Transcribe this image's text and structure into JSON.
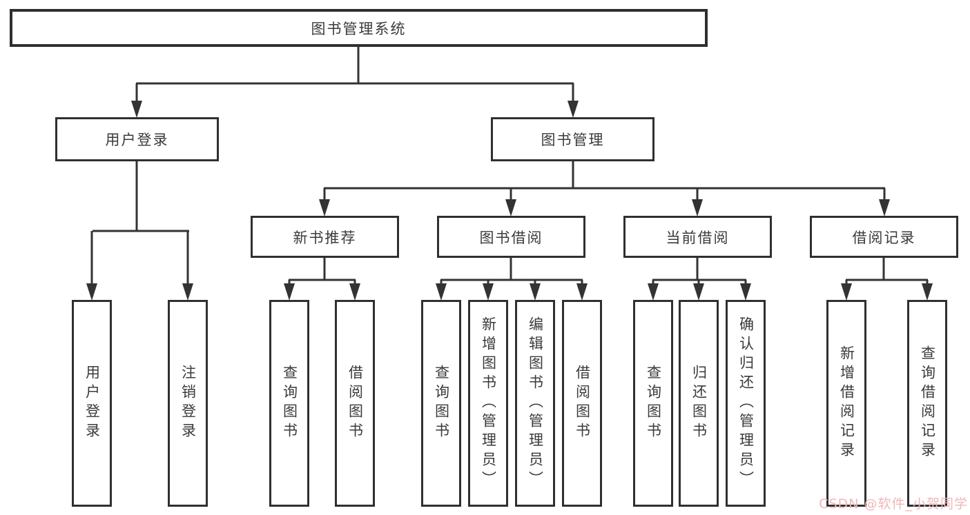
{
  "tree": {
    "root": "图书管理系统",
    "branches": [
      "用户登录",
      "图书管理"
    ],
    "sections": [
      "新书推荐",
      "图书借阅",
      "当前借阅",
      "借阅记录"
    ],
    "subtrees": [
      {
        "parent": "用户登录",
        "children": [
          "用户登录",
          "注销登录"
        ]
      },
      {
        "parent": "新书推荐",
        "children": [
          "查询图书",
          "借阅图书"
        ]
      },
      {
        "parent": "图书借阅",
        "children": [
          "查询图书",
          "新增图书（管理员）",
          "编辑图书（管理员）",
          "借阅图书"
        ]
      },
      {
        "parent": "当前借阅",
        "children": [
          "查询图书",
          "归还图书",
          "确认归还（管理员）"
        ]
      },
      {
        "parent": "借阅记录",
        "children": [
          "新增借阅记录",
          "查询借阅记录"
        ]
      }
    ]
  },
  "watermark": {
    "text": "CSDN @软件_小贺同学",
    "color": "#f0b6b8"
  },
  "colors": {
    "background": "#ffffff",
    "line": "#333333",
    "box_border": "#2f2f2f",
    "text": "#3a3a3a"
  }
}
